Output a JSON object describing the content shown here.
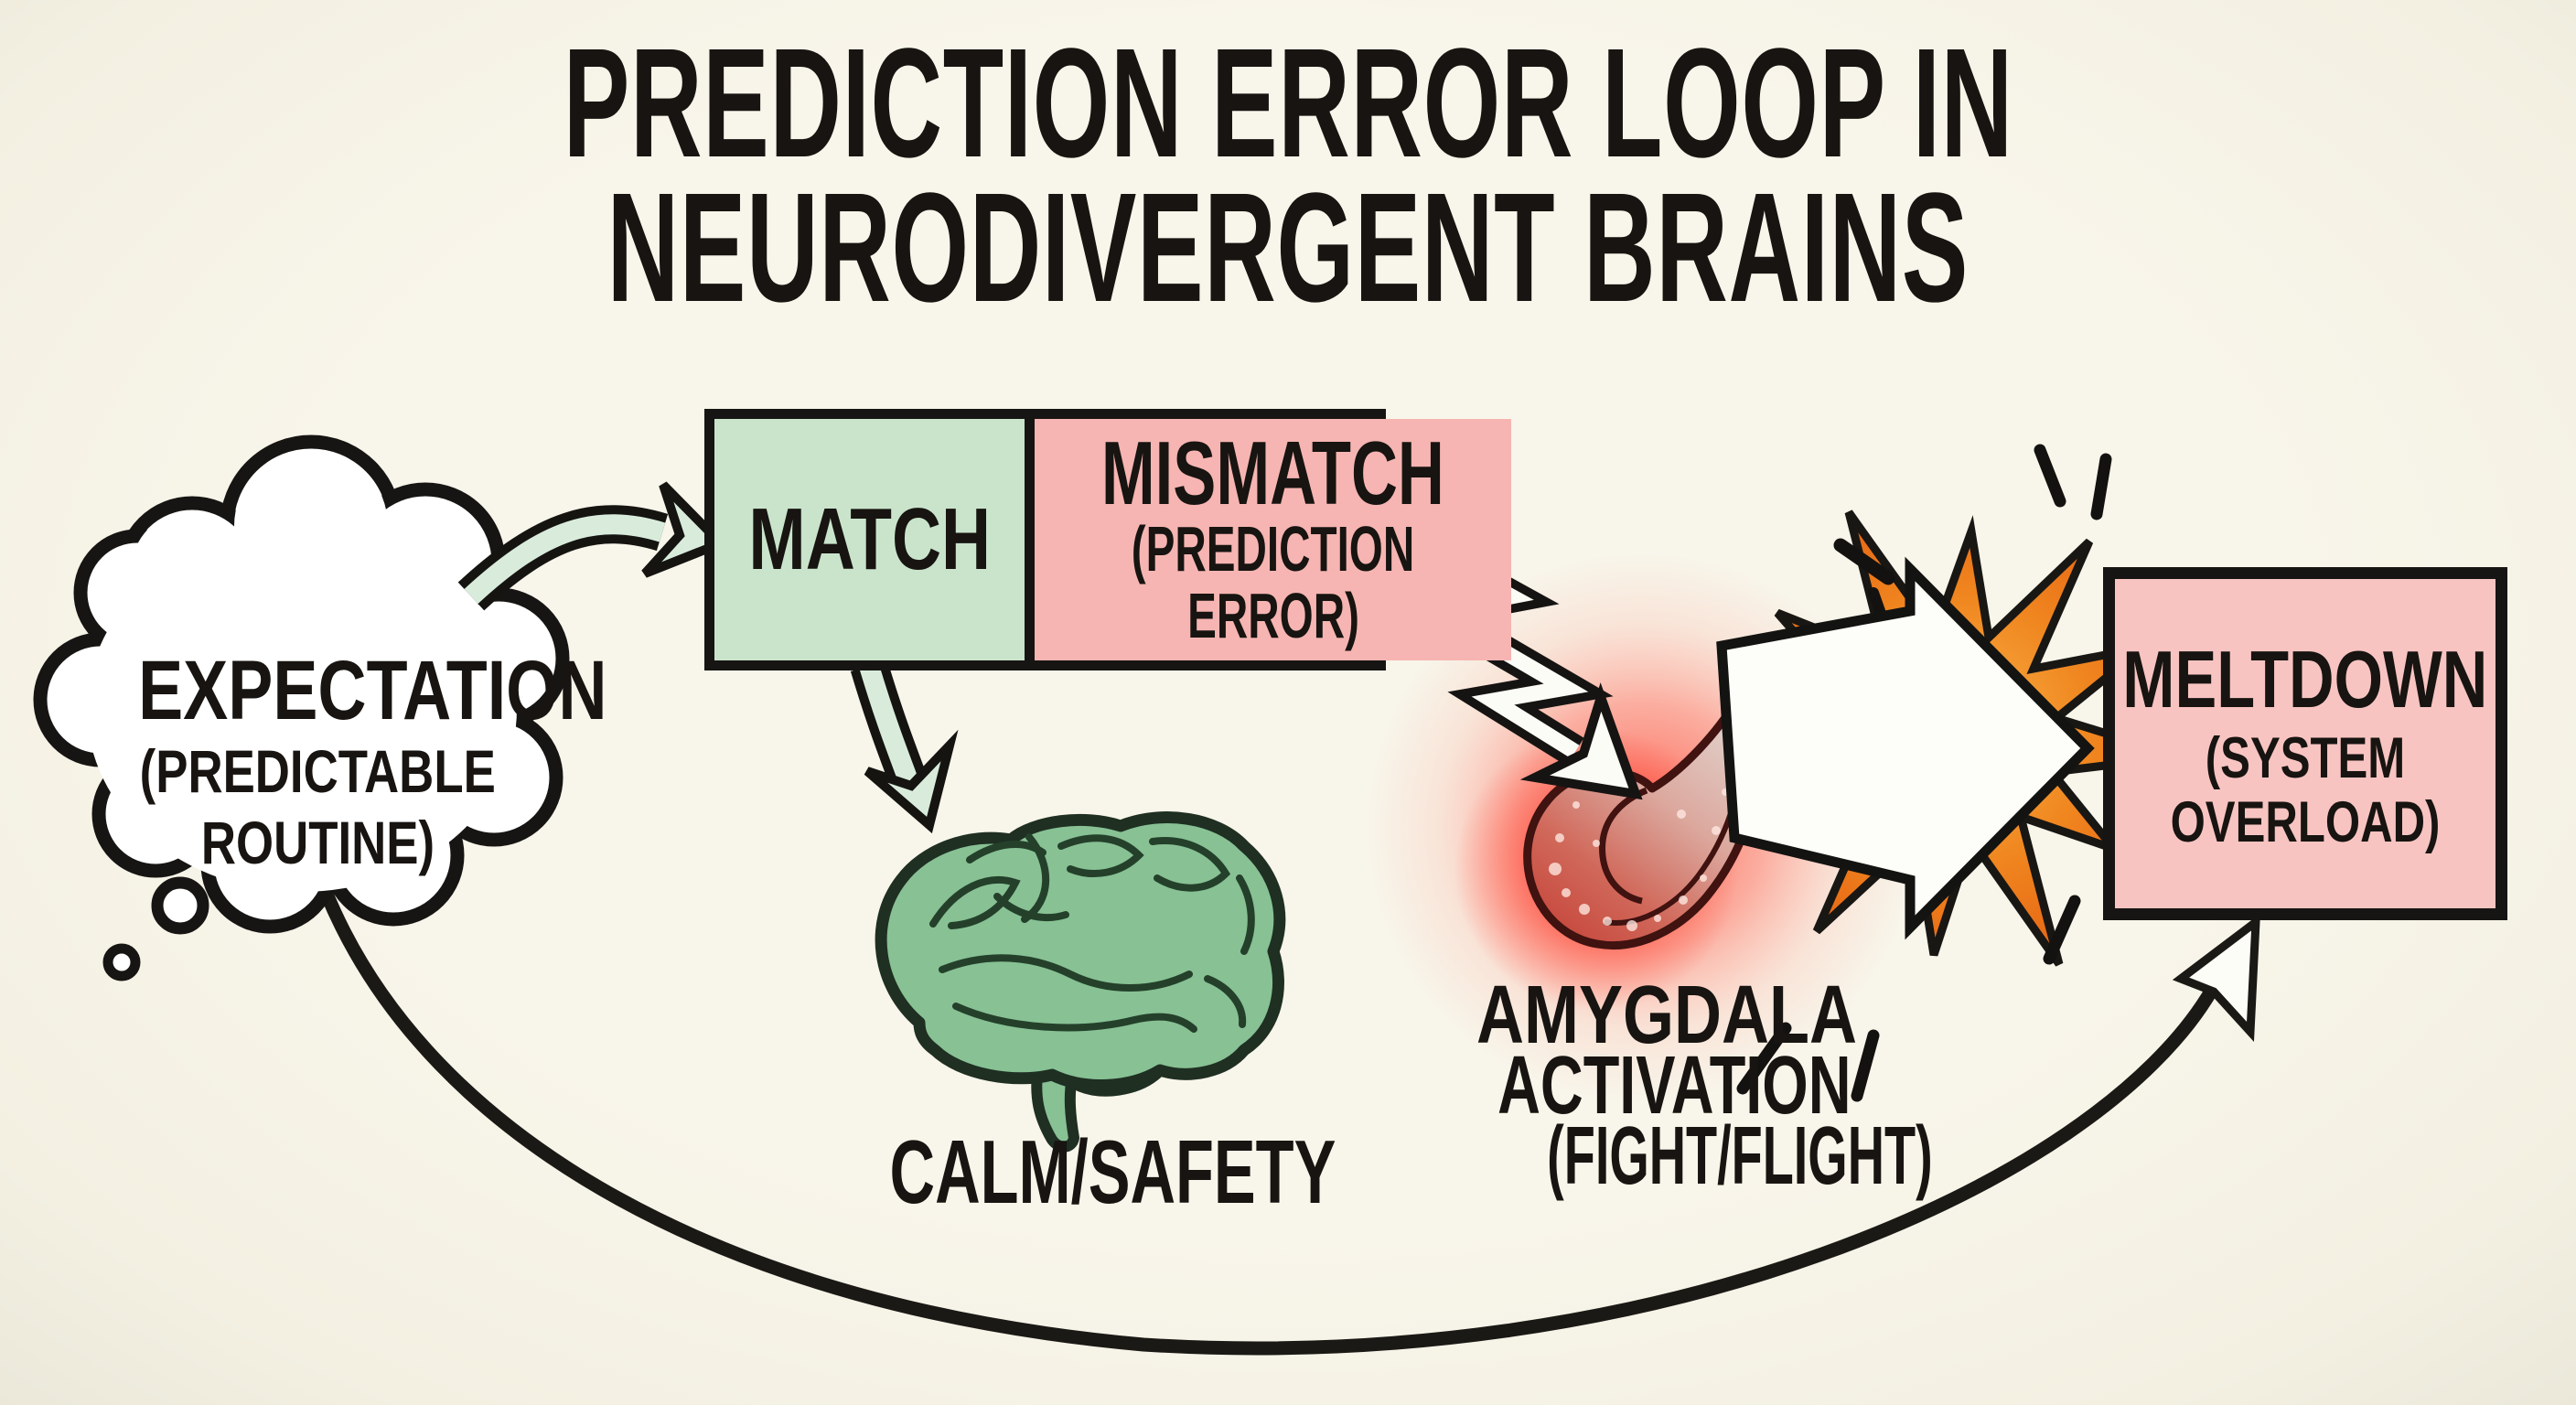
{
  "title": {
    "line1": "PREDICTION ERROR LOOP IN",
    "line2": "NEURODIVERGENT BRAINS"
  },
  "cloud": {
    "line1": "EXPECTATION",
    "line2": "(PREDICTABLE",
    "line3": "ROUTINE)"
  },
  "comparison_box": {
    "match": "MATCH",
    "mismatch_title": "MISMATCH",
    "mismatch_sub1": "(PREDICTION",
    "mismatch_sub2": "ERROR)"
  },
  "brain": {
    "label": "CALM/SAFETY"
  },
  "amygdala": {
    "line1": "AMYGDALA",
    "line2": "ACTIVATION",
    "line3": "(FIGHT/FLIGHT)"
  },
  "meltdown": {
    "line1": "MELTDOWN",
    "line2": "(SYSTEM",
    "line3": "OVERLOAD)"
  },
  "colors": {
    "background": "#f7f4e9",
    "match_green": "#c9e4cb",
    "mismatch_pink": "#f6b5b2",
    "meltdown_pink": "#f8c4c1",
    "arrow_green": "#d9ecdc",
    "brain_green": "#87c194",
    "starburst_orange": "#f0861f",
    "glow_red": "#ff2a1a",
    "outline_black": "#171513"
  }
}
